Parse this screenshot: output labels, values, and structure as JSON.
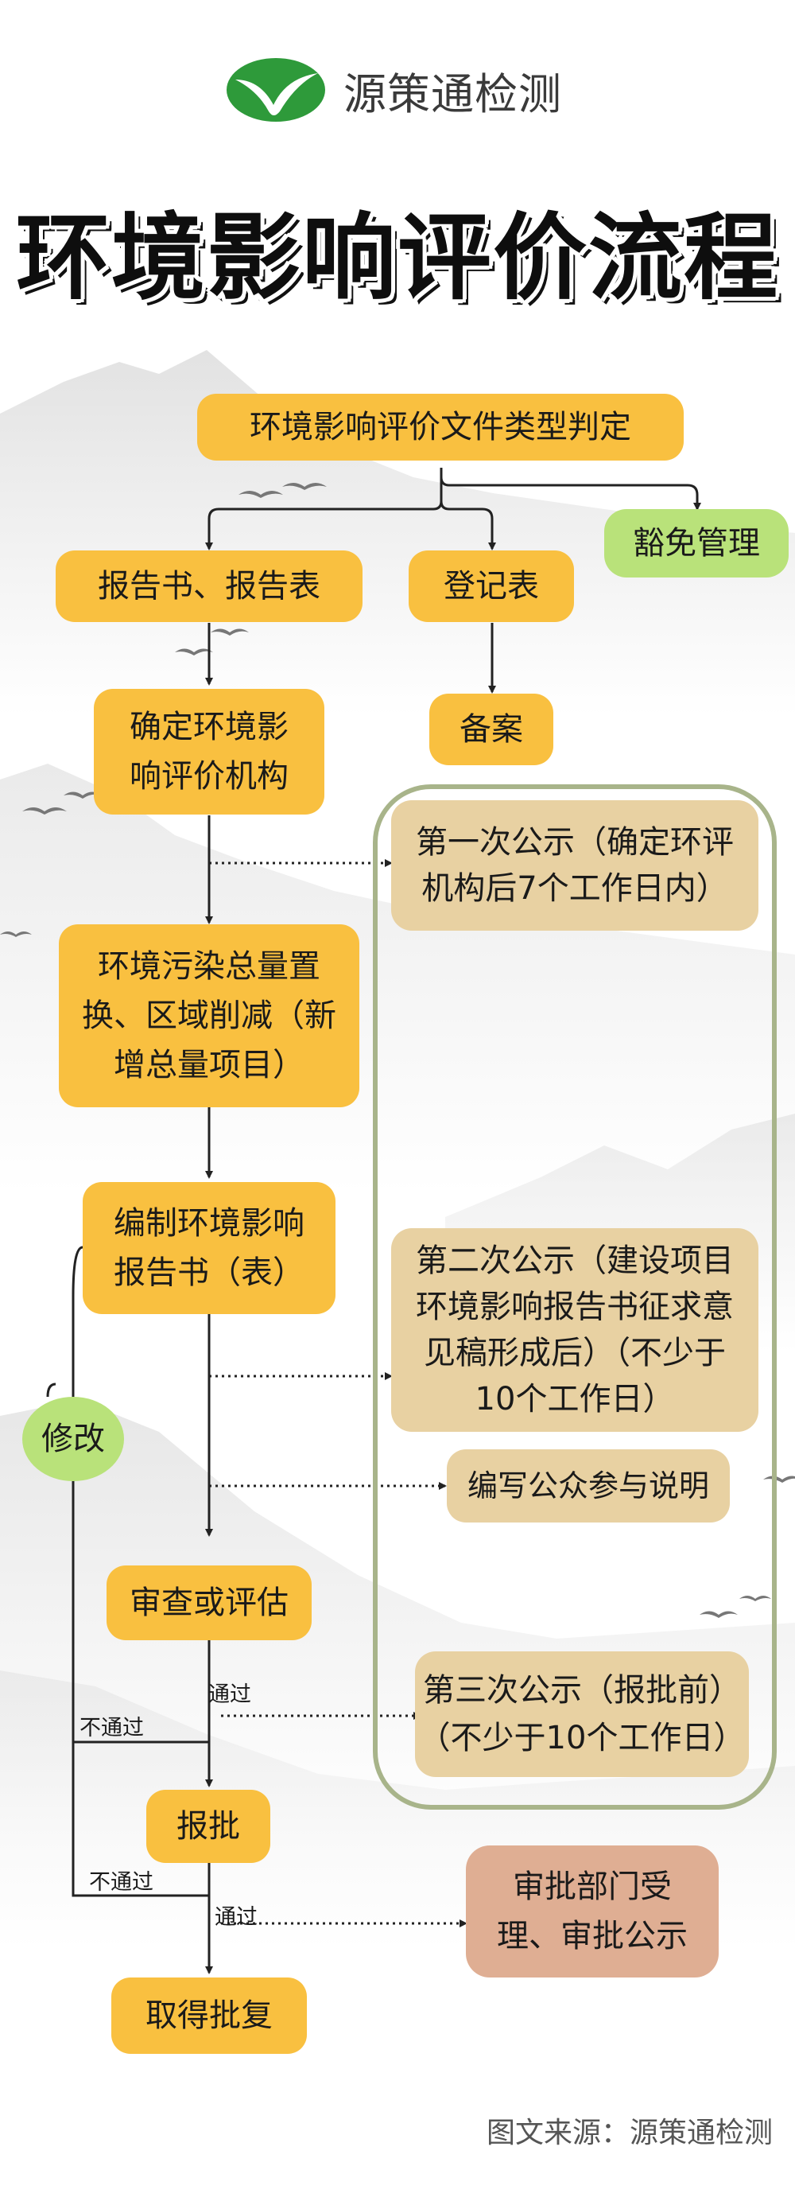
{
  "brand": {
    "name": "源策通检测"
  },
  "title": "环境影响评价流程",
  "nodes": {
    "judge": "环境影响评价文件类型判定",
    "exempt": "豁免管理",
    "report": "报告书、报告表",
    "register": "登记表",
    "filing": "备案",
    "agency": [
      "确定环境影",
      "响评价机构"
    ],
    "pollution": [
      "环境污染总量置",
      "换、区域削减（新",
      "增总量项目）"
    ],
    "compile": [
      "编制环境影响",
      "报告书（表）"
    ],
    "modify": "修改",
    "review": "审查或评估",
    "submit": "报批",
    "approval": "取得批复",
    "pub1": [
      "第一次公示（确定环评",
      "机构后7个工作日内）"
    ],
    "pub2": [
      "第二次公示（建设项目",
      "环境影响报告书征求意",
      "见稿形成后）（不少于",
      "10个工作日）"
    ],
    "participation": "编写公众参与说明",
    "pub3": [
      "第三次公示（报批前）",
      "（不少于10个工作日）"
    ],
    "dept": [
      "审批部门受",
      "理、审批公示"
    ]
  },
  "labels": {
    "pass1": "通过",
    "fail1": "不通过",
    "fail2": "不通过",
    "pass2": "通过"
  },
  "footer": "图文来源：源策通检测",
  "colors": {
    "yellow": "#f9c040",
    "tan": "#e8d1a2",
    "green": "#b9e27a",
    "peach": "#dfae93",
    "frame": "#a8b48a",
    "logo_green": "#2e9a3a"
  }
}
